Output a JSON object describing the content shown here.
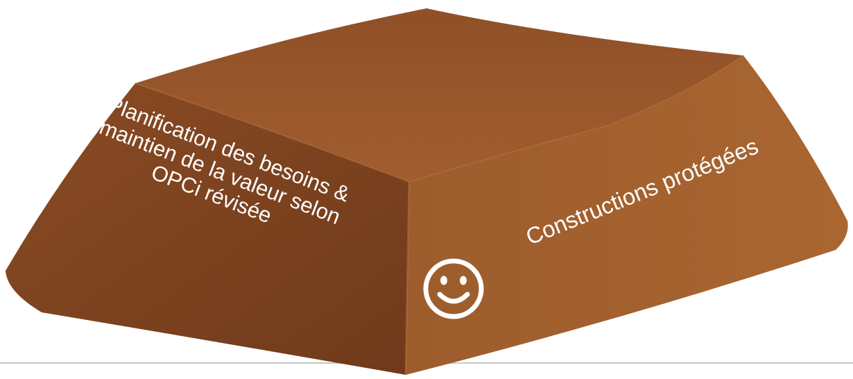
{
  "diagram": {
    "left_face": {
      "lines": [
        "Planification des besoins &",
        "maintien de la valeur selon",
        "OPCi révisée"
      ]
    },
    "right_face": {
      "label": "Constructions protégées",
      "icon": "smiley-face-icon"
    },
    "colors": {
      "top": "#9a5a2c",
      "left_face": "#7a4220",
      "right_face": "#a2612f",
      "text": "#ffffff"
    }
  }
}
